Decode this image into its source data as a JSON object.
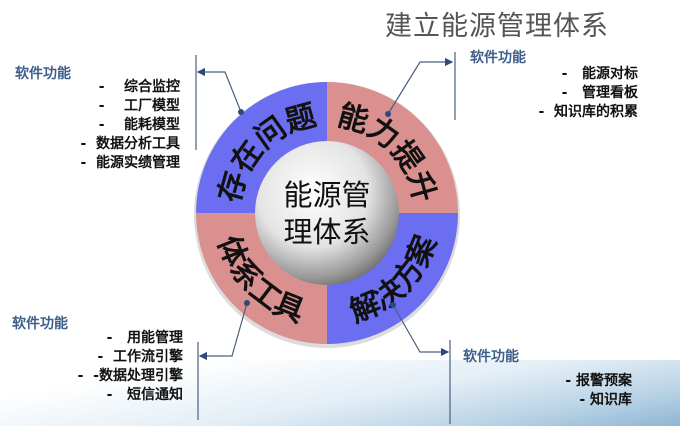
{
  "title": "建立能源管理体系",
  "center": {
    "line1": "能源管",
    "line2": "理体系"
  },
  "quadrants": {
    "top_left": {
      "label": "存在问题",
      "color": "#6b6ef0"
    },
    "top_right": {
      "label": "能力提升",
      "color": "#d9908e"
    },
    "bottom_right": {
      "label": "解决方案",
      "color": "#6b6ef0"
    },
    "bottom_left": {
      "label": "体系工具",
      "color": "#d9908e"
    }
  },
  "panels": {
    "top_left": {
      "heading": "软件功能",
      "items": [
        "-    综合监控",
        "-    工厂模型",
        "-    能耗模型",
        "-  数据分析工具",
        "-  能源实绩管理"
      ]
    },
    "top_right": {
      "heading": "软件功能",
      "items": [
        "-   能源对标",
        "-   管理看板",
        "-  知识库的积累"
      ]
    },
    "bottom_left": {
      "heading": "软件功能",
      "items": [
        "-   用能管理",
        "-  工作流引擎",
        "-  -数据处理引擎",
        "-   短信通知"
      ]
    },
    "bottom_right": {
      "heading": "软件功能",
      "items": [
        "- 报警预案",
        "- 知识库"
      ]
    }
  }
}
